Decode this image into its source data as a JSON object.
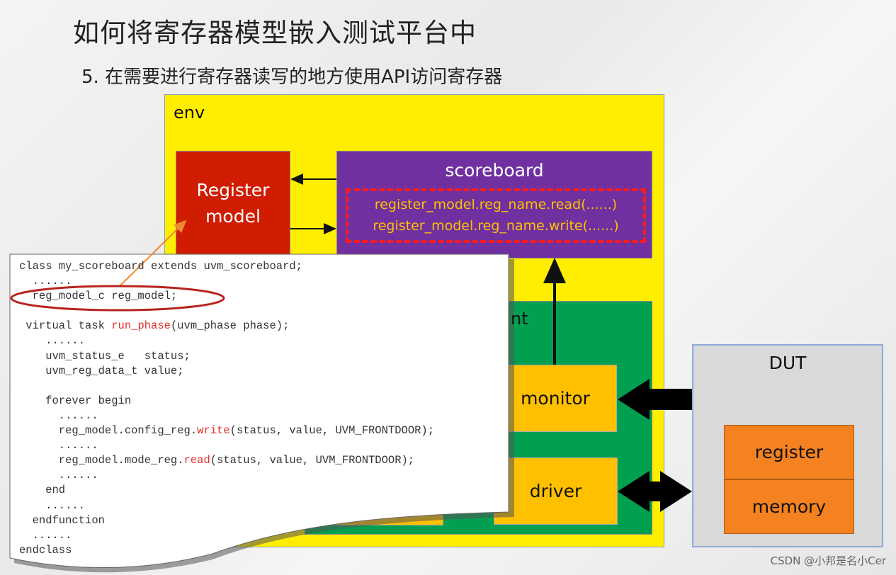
{
  "slide": {
    "title": "如何将寄存器模型嵌入测试平台中",
    "subtitle": "5.  在需要进行寄存器读写的地方使用API访问寄存器"
  },
  "diagram": {
    "env_label": "env",
    "register_model_label": [
      "Register",
      "model"
    ],
    "scoreboard_label": "scoreboard",
    "scoreboard_code": [
      "register_model.reg_name.read(......)",
      "register_model.reg_name.write(......)"
    ],
    "agent_label_visible": "nt",
    "monitor_label": "monitor",
    "driver_label": "driver",
    "dut_label": "DUT",
    "dut_parts": [
      "register",
      "memory"
    ],
    "colors": {
      "env": "#ffee00",
      "register_model": "#d01c00",
      "scoreboard": "#7030a0",
      "agent": "#00a050",
      "component": "#ffc000",
      "dut": "#d9d9d9",
      "dut_part": "#f58220",
      "highlight": "#e0302a"
    }
  },
  "code_snippet": {
    "lines": [
      [
        {
          "t": "class my_scoreboard extends uvm_scoreboard;"
        }
      ],
      [
        {
          "t": "  ......"
        }
      ],
      [
        {
          "t": "  reg_model_c reg_model;"
        }
      ],
      [
        {
          "t": ""
        }
      ],
      [
        {
          "t": " virtual task "
        },
        {
          "t": "run_phase",
          "hl": true
        },
        {
          "t": "(uvm_phase phase);"
        }
      ],
      [
        {
          "t": "    ......"
        }
      ],
      [
        {
          "t": "    uvm_status_e   status;"
        }
      ],
      [
        {
          "t": "    uvm_reg_data_t value;"
        }
      ],
      [
        {
          "t": ""
        }
      ],
      [
        {
          "t": "    forever begin"
        }
      ],
      [
        {
          "t": "      ......"
        }
      ],
      [
        {
          "t": "      reg_model.config_reg."
        },
        {
          "t": "write",
          "hl": true
        },
        {
          "t": "(status, value, UVM_FRONTDOOR);"
        }
      ],
      [
        {
          "t": "      ......"
        }
      ],
      [
        {
          "t": "      reg_model.mode_reg."
        },
        {
          "t": "read",
          "hl": true
        },
        {
          "t": "(status, value, UVM_FRONTDOOR);"
        }
      ],
      [
        {
          "t": "      ......"
        }
      ],
      [
        {
          "t": "    end"
        }
      ],
      [
        {
          "t": "    ......"
        }
      ],
      [
        {
          "t": "  endfunction"
        }
      ],
      [
        {
          "t": "  ......"
        }
      ],
      [
        {
          "t": "endclass"
        }
      ]
    ]
  },
  "watermark": "CSDN @小邦是名小Cer"
}
